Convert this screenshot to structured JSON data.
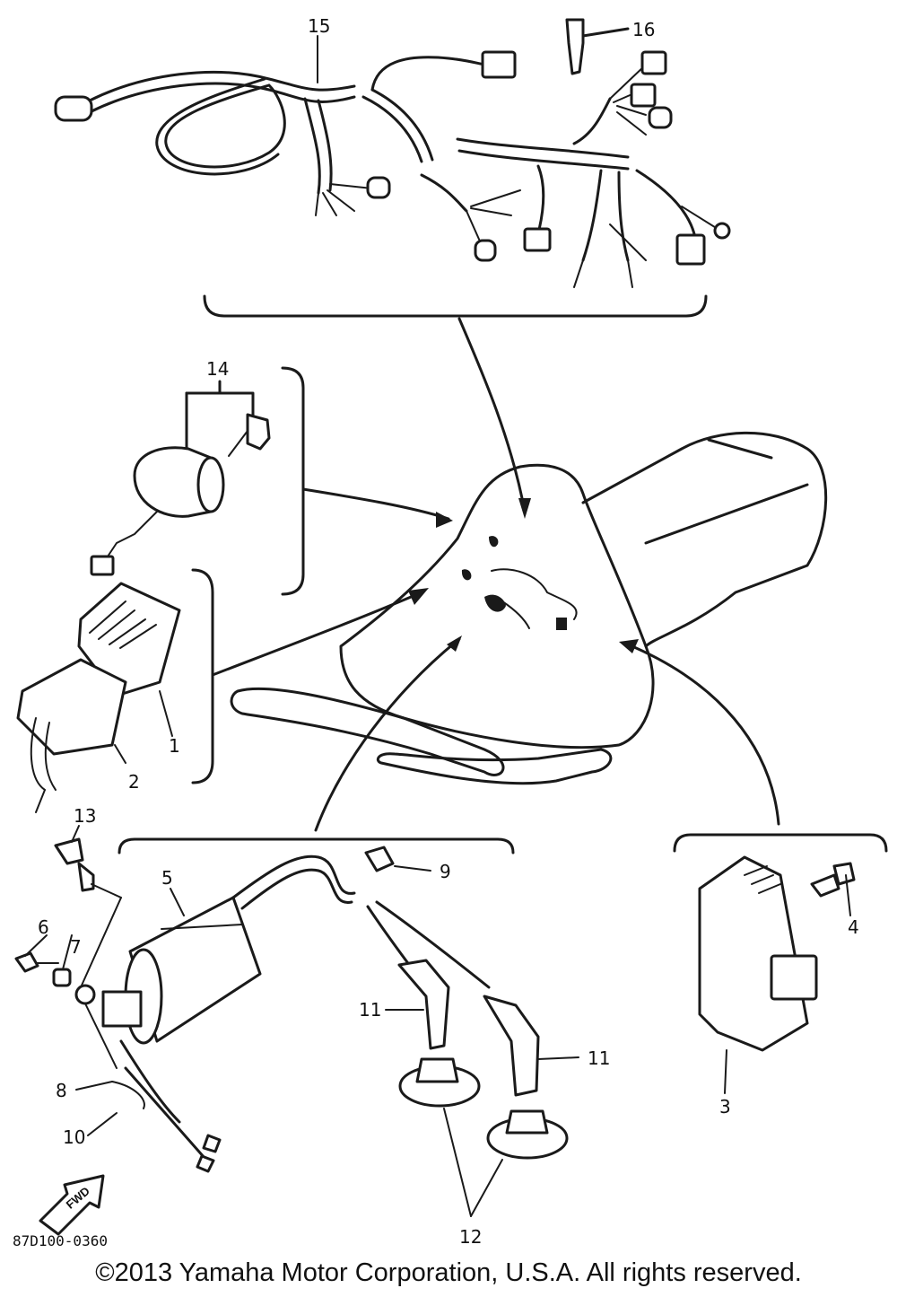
{
  "diagram": {
    "callouts": {
      "c1": "1",
      "c2": "2",
      "c3": "3",
      "c4": "4",
      "c5": "5",
      "c6": "6",
      "c7": "7",
      "c8": "8",
      "c9": "9",
      "c10": "10",
      "c11a": "11",
      "c11b": "11",
      "c12": "12",
      "c13": "13",
      "c14": "14",
      "c15": "15",
      "c16": "16"
    },
    "figure_code": "87D100-0360",
    "fwd_label": "FWD"
  },
  "footer": {
    "copyright": "©2013 Yamaha Motor Corporation, U.S.A. All rights reserved."
  }
}
